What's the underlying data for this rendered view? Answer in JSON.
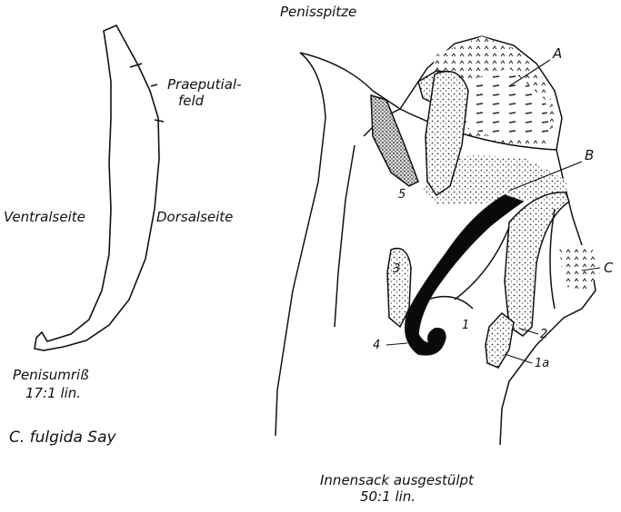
{
  "labels": {
    "penisspitze": "Penisspitze",
    "praeputial_line1": "Praeputial-",
    "praeputial_line2": "feld",
    "ventralseite": "Ventralseite",
    "dorsalseite": "Dorsalseite",
    "penisumriss_line1": "Penisumriß",
    "penisumriss_line2": "17:1 lin.",
    "species": "C. fulgida Say",
    "innensack_line1": "Innensack ausgestülpt",
    "innensack_line2": "50:1 lin.",
    "A": "A",
    "B": "B",
    "C": "C",
    "n1": "1",
    "n1a": "1a",
    "n2": "2",
    "n3": "3",
    "n4": "4",
    "n5": "5"
  }
}
